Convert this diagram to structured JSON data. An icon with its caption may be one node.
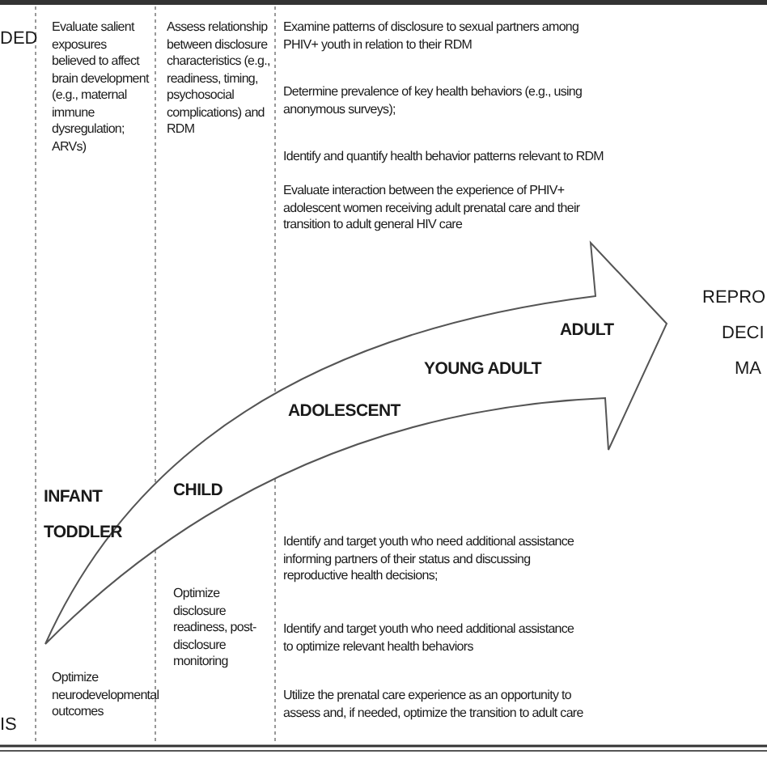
{
  "diagram": {
    "labels": [
      "DED",
      "Evaluate salient exposures believed to affect brain development (e.g., maternal immune dysregulation; ARVs)",
      "Assess relationship between disclosure characteristics (e.g., readiness, timing, psychosocial complications) and RDM",
      "Examine patterns of disclosure to sexual partners among PHIV+ youth in relation to their RDM",
      "Determine prevalence of key health behaviors (e.g., using anonymous surveys);",
      "Identify and quantify health behavior patterns relevant to RDM",
      "Evaluate interaction between the experience of PHIV+ adolescent women receiving adult prenatal care and their transition to adult general HIV care",
      "REPRO",
      "DECI",
      "MA",
      "ADULT",
      "YOUNG ADULT",
      "ADOLESCENT",
      "CHILD",
      "INFANT TODDLER",
      "Identify and target youth who need additional assistance informing partners of their status and discussing reproductive health decisions;",
      "Identify and target youth who need additional assistance to optimize relevant health behaviors",
      "Utilize the prenatal care experience as an opportunity to assess and, if needed, optimize the transition to adult care",
      "Optimize disclosure readiness, post-disclosure monitoring",
      "Optimize neurodevelopmental outcomes",
      "IS"
    ]
  }
}
